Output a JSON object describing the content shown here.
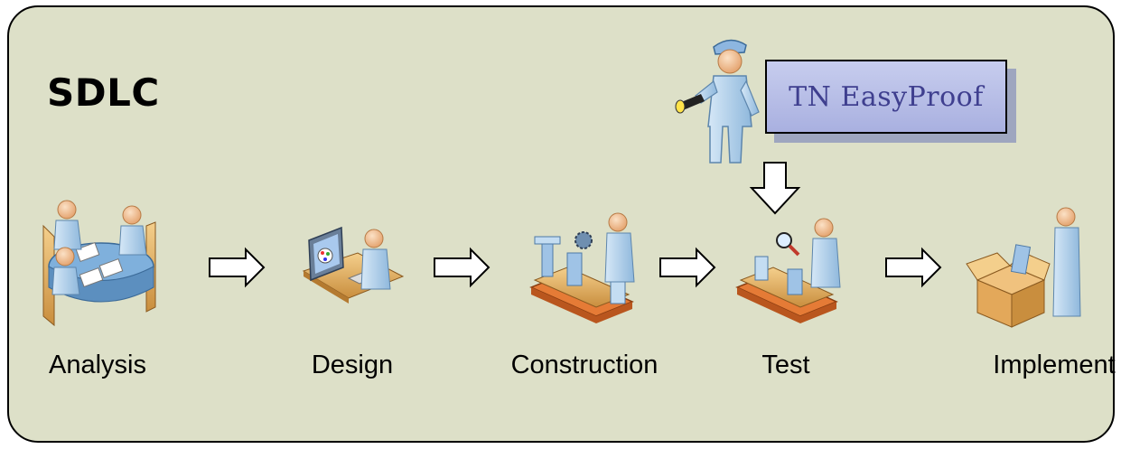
{
  "title": "SDLC",
  "tool_box": {
    "label": "TN EasyProof"
  },
  "steps": [
    {
      "label": "Analysis",
      "icon": "meeting-table-icon"
    },
    {
      "label": "Design",
      "icon": "designer-workstation-icon"
    },
    {
      "label": "Construction",
      "icon": "assembly-line-icon"
    },
    {
      "label": "Test",
      "icon": "inspection-line-icon"
    },
    {
      "label": "Implement",
      "icon": "packaging-icon"
    }
  ],
  "colors": {
    "panel_background": "#dde0c8",
    "figure_body": "#b6d4ee",
    "skin": "#f2c49b",
    "tool_box_fill": "#b8bfe8",
    "tool_box_text": "#3f3f8f"
  }
}
